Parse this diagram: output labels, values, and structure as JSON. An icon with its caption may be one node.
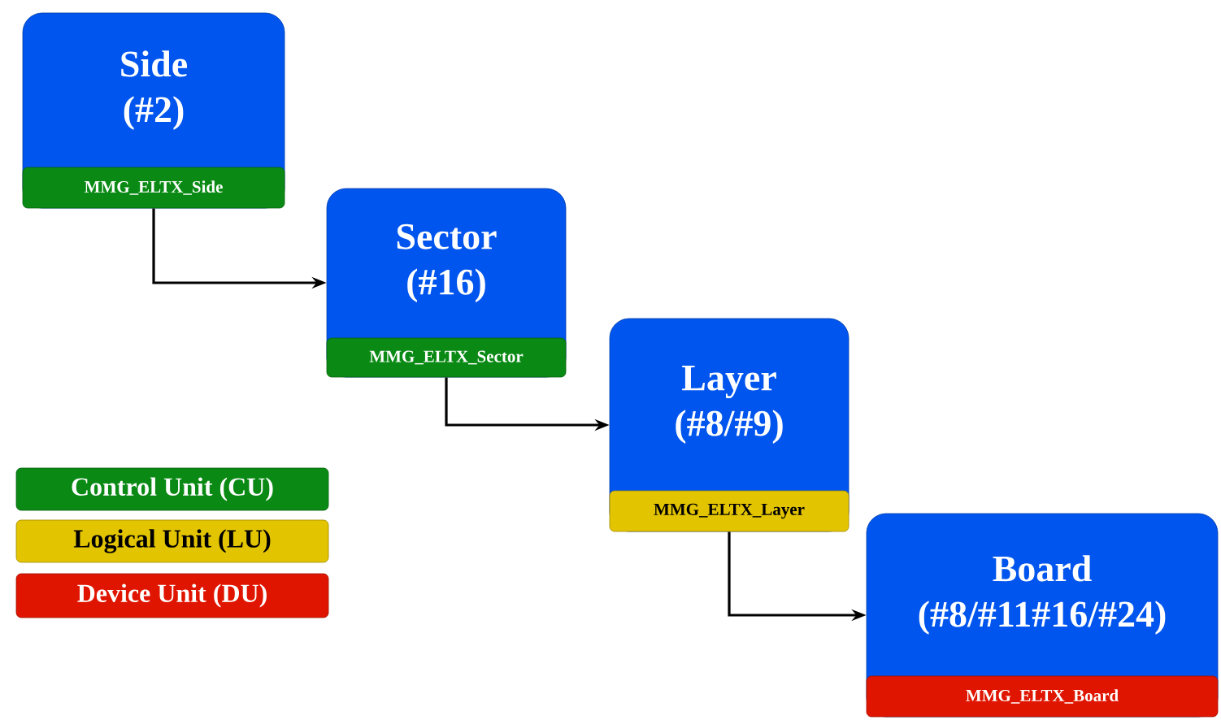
{
  "diagram": {
    "nodes": [
      {
        "text": [
          "Side (#2)"
        ]
      },
      {
        "text": [
          "MMG_ELTX_Side"
        ],
        "in": 0
      },
      {
        "text": [
          "Sector (#16)"
        ]
      },
      {
        "text": [
          "MMG_ELTX_Sector"
        ],
        "in": 2
      },
      {
        "text": [
          "Layer (#8/#9)"
        ]
      },
      {
        "text": [
          "MMG_ELTX_Layer"
        ],
        "in": 4
      },
      {
        "text": [
          "Board (#8/#11#16/#24)"
        ]
      },
      {
        "text": [
          "MMG_ELTX_Board"
        ],
        "in": 6
      }
    ],
    "edges": [
      {
        "from": 0,
        "to": 2,
        "arrow": "to"
      },
      {
        "from": 2,
        "to": 4,
        "arrow": "to"
      },
      {
        "from": 4,
        "to": 6,
        "arrow": "to"
      }
    ],
    "legend": [
      {
        "text": "Control Unit (CU)",
        "color": "#0a8a14"
      },
      {
        "text": "Logical Unit (LU)",
        "color": "#e3c400"
      },
      {
        "text": "Device Unit (DU)",
        "color": "#e01500"
      }
    ]
  }
}
